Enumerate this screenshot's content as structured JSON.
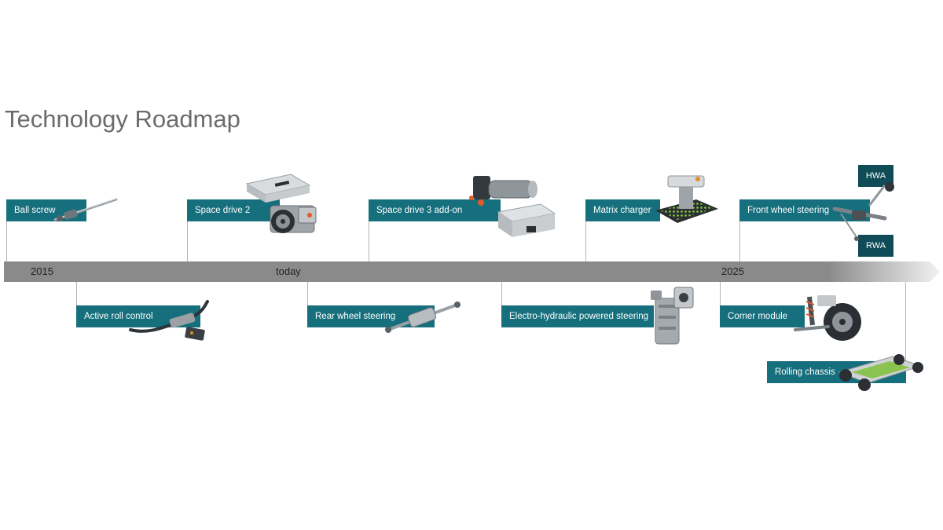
{
  "title": "Technology Roadmap",
  "colors": {
    "milestone_fill": "#166f7c",
    "tag_fill": "#0f4c57",
    "timeline_bar": "#8a8a8a",
    "connector": "#b4b4b4",
    "title_text": "#6b6b6b"
  },
  "timeline": {
    "labels": [
      "2015",
      "today",
      "2025"
    ]
  },
  "milestones_top": [
    {
      "label": "Ball screw",
      "icon": "ball-screw-icon"
    },
    {
      "label": "Space drive 2",
      "icon": "space-drive-2-icon"
    },
    {
      "label": "Space drive 3 add-on",
      "icon": "space-drive-3-icon"
    },
    {
      "label": "Matrix charger",
      "icon": "matrix-charger-icon"
    },
    {
      "label": "Front wheel steering",
      "icon": "front-wheel-steering-icon"
    }
  ],
  "milestones_bottom": [
    {
      "label": "Active roll control",
      "icon": "active-roll-control-icon"
    },
    {
      "label": "Rear wheel steering",
      "icon": "rear-wheel-steering-icon"
    },
    {
      "label": "Electro-hydraulic powered steering",
      "icon": "electro-hydraulic-steering-icon"
    },
    {
      "label": "Corner module",
      "icon": "corner-module-icon"
    },
    {
      "label": "Rolling chassis",
      "icon": "rolling-chassis-icon"
    }
  ],
  "front_wheel_steering_variants": [
    "HWA",
    "RWA"
  ]
}
